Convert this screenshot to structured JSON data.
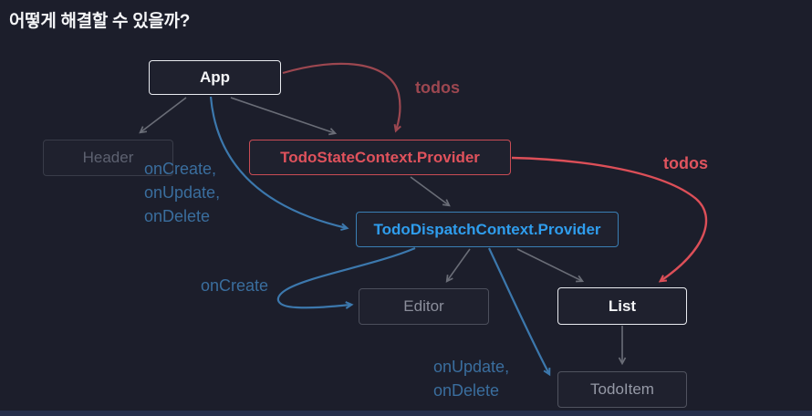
{
  "page": {
    "title": "어떻게 해결할 수 있을까?"
  },
  "diagram": {
    "nodes": {
      "app": {
        "label": "App"
      },
      "header": {
        "label": "Header"
      },
      "state_provider": {
        "label": "TodoStateContext.Provider"
      },
      "dispatch_provider": {
        "label": "TodoDispatchContext.Provider"
      },
      "editor": {
        "label": "Editor"
      },
      "list": {
        "label": "List"
      },
      "todo_item": {
        "label": "TodoItem"
      }
    },
    "edge_labels": {
      "todos_top": "todos",
      "todos_right": "todos",
      "dispatch_functions": "onCreate,\nonUpdate,\nonDelete",
      "on_create": "onCreate",
      "on_update_delete": "onUpdate,\nonDelete"
    },
    "colors": {
      "background": "#1c1e2b",
      "red_accent": "#dc4f58",
      "red_muted": "#9c4750",
      "blue_text": "#2f9ded",
      "blue_border": "#3a7fb5",
      "blue_muted": "#3a6e9e",
      "gray_arrow": "#6a6d77",
      "white": "#f4f5f7"
    }
  }
}
